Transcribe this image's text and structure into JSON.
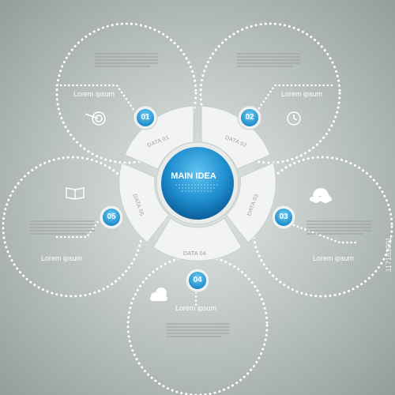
{
  "main_idea": "MAIN IDEA",
  "colors": {
    "background": "#b9c1bd",
    "accent_blue": "#1f8fd0",
    "ring_fill": "#f2f4f3",
    "dotted_lines": "#ffffff"
  },
  "segments": [
    {
      "number": "01",
      "data_label": "DATA 01",
      "caption": "Lorem ipsum",
      "icon": "target-icon"
    },
    {
      "number": "02",
      "data_label": "DATA 02",
      "caption": "Lorem ipsum",
      "icon": "clock-icon"
    },
    {
      "number": "03",
      "data_label": "DATA 03",
      "caption": "Lorem ipsum",
      "icon": "sun-cloud-icon"
    },
    {
      "number": "04",
      "data_label": "DATA 04",
      "caption": "Lorem ipsum",
      "icon": "cloud-icon"
    },
    {
      "number": "05",
      "data_label": "DATA 05",
      "caption": "Lorem ipsum",
      "icon": "book-icon"
    }
  ],
  "watermark": "117183091"
}
